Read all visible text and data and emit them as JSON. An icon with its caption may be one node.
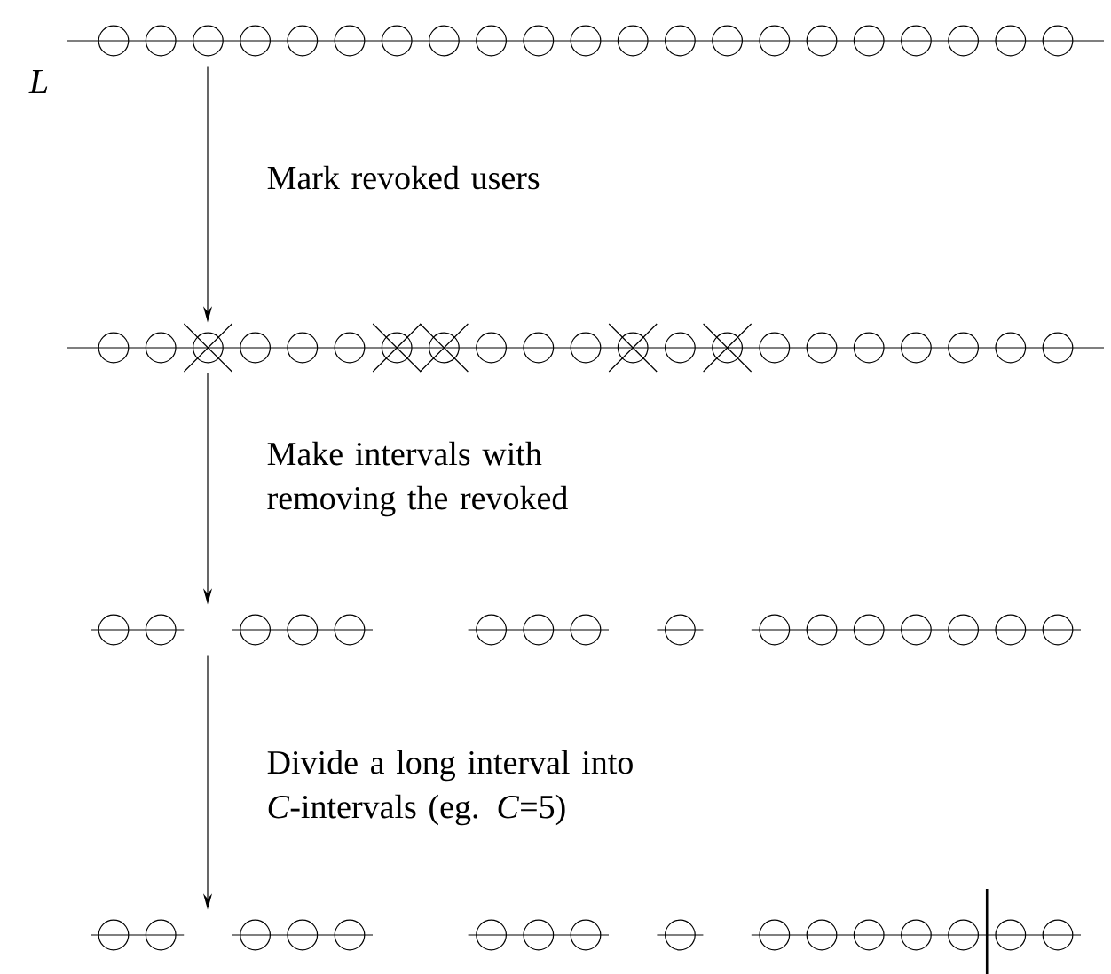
{
  "diagram": {
    "nodes": [
      {
        "text": [],
        "shape": "bar"
      },
      {
        "text": [],
        "shape": "bar"
      },
      {
        "text": [],
        "shape": "bar"
      },
      {
        "text": [],
        "shape": "bar"
      }
    ],
    "edges": [
      {
        "from": 0,
        "to": 1,
        "arrow": "to",
        "label": "Mark revoked users"
      },
      {
        "from": 1,
        "to": 2,
        "arrow": "to",
        "label": "Make intervals with removing the revoked"
      },
      {
        "from": 2,
        "to": 3,
        "arrow": "to",
        "label": "Divide a long interval into *C*-intervals (eg. *C*=5)"
      }
    ],
    "labels": [
      "L"
    ]
  }
}
